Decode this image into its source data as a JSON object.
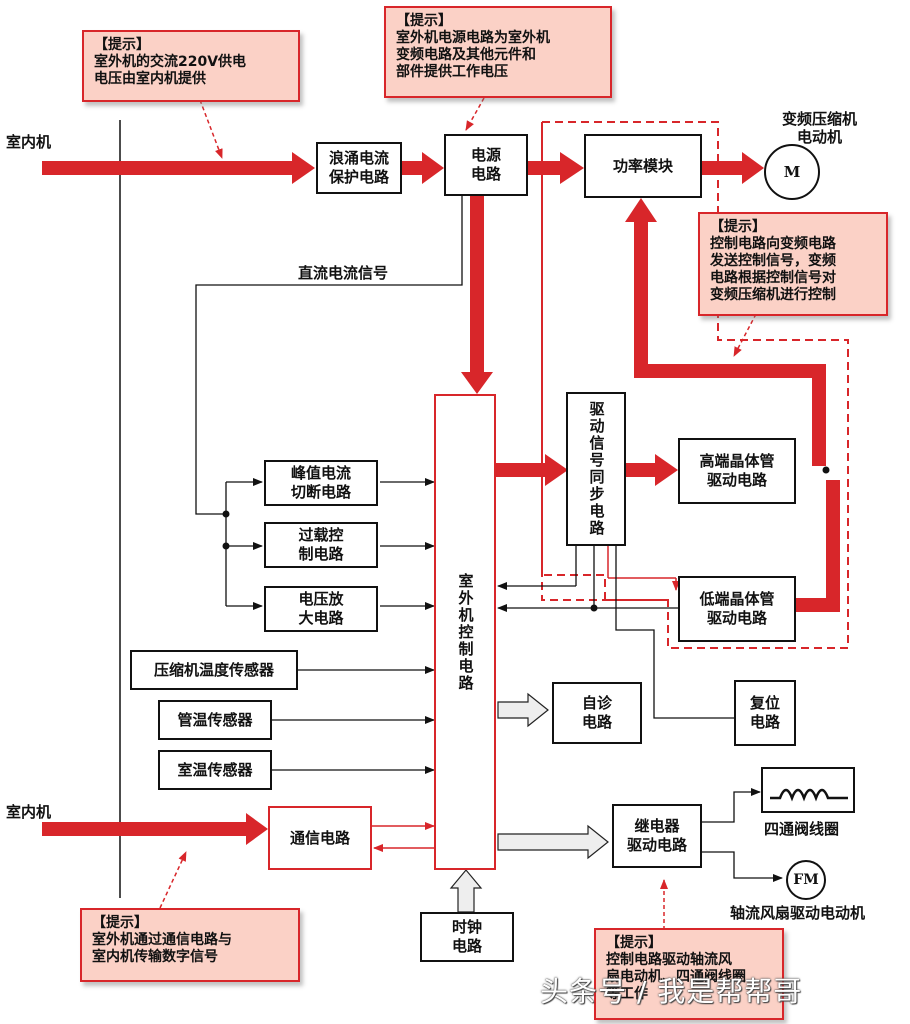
{
  "colors": {
    "accent_red": "#d8262a",
    "tip_fill": "#fbd1c6",
    "line": "#111111",
    "hollow_arrow": "#eeeeee"
  },
  "inputs": {
    "indoor_top": "室内机",
    "indoor_bottom": "室内机"
  },
  "blocks": {
    "surge": "浪涌电流\n保护电路",
    "power": "电源\n电路",
    "power_module": "功率模块",
    "main_control": "室外机控制电路",
    "drive_sync": "驱动信号同步电路",
    "high_side": "高端晶体管\n驱动电路",
    "low_side": "低端晶体管\n驱动电路",
    "peak_cutoff": "峰值电流\n切断电路",
    "overload": "过载控\n制电路",
    "voltage_amp": "电压放\n大电路",
    "compressor_temp_sensor": "压缩机温度传感器",
    "pipe_temp_sensor": "管温传感器",
    "room_temp_sensor": "室温传感器",
    "comm": "通信电路",
    "clock": "时钟\n电路",
    "self_diag": "自诊\n电路",
    "reset": "复位\n电路",
    "relay": "继电器\n驱动电路"
  },
  "labels": {
    "compressor_motor": "变频压缩机\n电动机",
    "motor_symbol": "M",
    "fan_symbol": "FM",
    "dc_signal": "直流电流信号",
    "valve_coil": "四通阀线圈",
    "fan_motor": "轴流风扇驱动电动机"
  },
  "tips": [
    {
      "title": "【提示】",
      "body": "室外机的交流220V供电\n电压由室内机提供"
    },
    {
      "title": "【提示】",
      "body": "室外机电源电路为室外机\n变频电路及其他元件和\n部件提供工作电压"
    },
    {
      "title": "【提示】",
      "body": "控制电路向变频电路\n发送控制信号，变频\n电路根据控制信号对\n变频压缩机进行控制"
    },
    {
      "title": "【提示】",
      "body": "室外机通过通信电路与\n室内机传输数字信号"
    },
    {
      "title": "【提示】",
      "body": "控制电路驱动轴流风\n扇电动机、四通阀线圈\n等工作"
    }
  ],
  "watermark": "头条号 / 我是帮帮哥"
}
